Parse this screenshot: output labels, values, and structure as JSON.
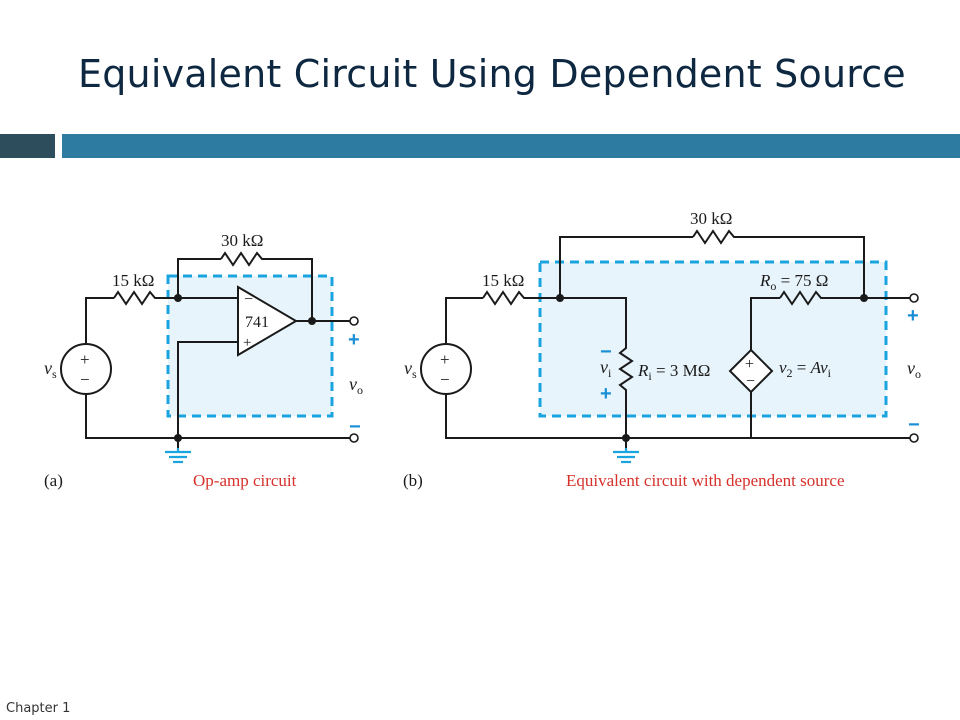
{
  "slide": {
    "title": "Equivalent Circuit Using Dependent Source",
    "footer": "Chapter 1"
  },
  "figure_a": {
    "panel_label": "(a)",
    "caption": "Op-amp circuit",
    "feedback_resistor": "30 kΩ",
    "input_resistor": "15 kΩ",
    "opamp_label": "741",
    "opamp_minus": "−",
    "opamp_plus": "+",
    "source_plus": "+",
    "source_minus": "−",
    "source_symbol": "v",
    "source_sub": "s",
    "output_symbol": "v",
    "output_sub": "o",
    "output_plus": "+",
    "output_minus": "−"
  },
  "figure_b": {
    "panel_label": "(b)",
    "caption": "Equivalent circuit with dependent source",
    "feedback_resistor": "30 kΩ",
    "input_resistor": "15 kΩ",
    "output_resistor_symbol": "R",
    "output_resistor_sub": "o",
    "output_resistor_value": " = 75 Ω",
    "input_resistance_symbol": "R",
    "input_resistance_sub": "i",
    "input_resistance_value": " = 3 MΩ",
    "vi_symbol": "v",
    "vi_sub": "i",
    "vi_top_sign": "−",
    "vi_bottom_sign": "+",
    "dep_source_plus": "+",
    "dep_source_minus": "−",
    "dep_source_label_a": "v",
    "dep_source_label_a_sub": "2",
    "dep_source_label_b": " = ",
    "dep_source_label_c": "Av",
    "dep_source_label_c_sub": "i",
    "source_plus": "+",
    "source_minus": "−",
    "source_symbol": "v",
    "source_sub": "s",
    "output_symbol": "v",
    "output_sub": "o",
    "output_plus": "+",
    "output_minus": "−"
  },
  "colors": {
    "title": "#0e2841",
    "bar_dark": "#2e4d5c",
    "bar_blue": "#2d7ba1",
    "dashed_box": "#19a3df",
    "box_fill": "#e7f4fb",
    "caption": "#d6312b",
    "polarity": "#1a8fd6"
  }
}
